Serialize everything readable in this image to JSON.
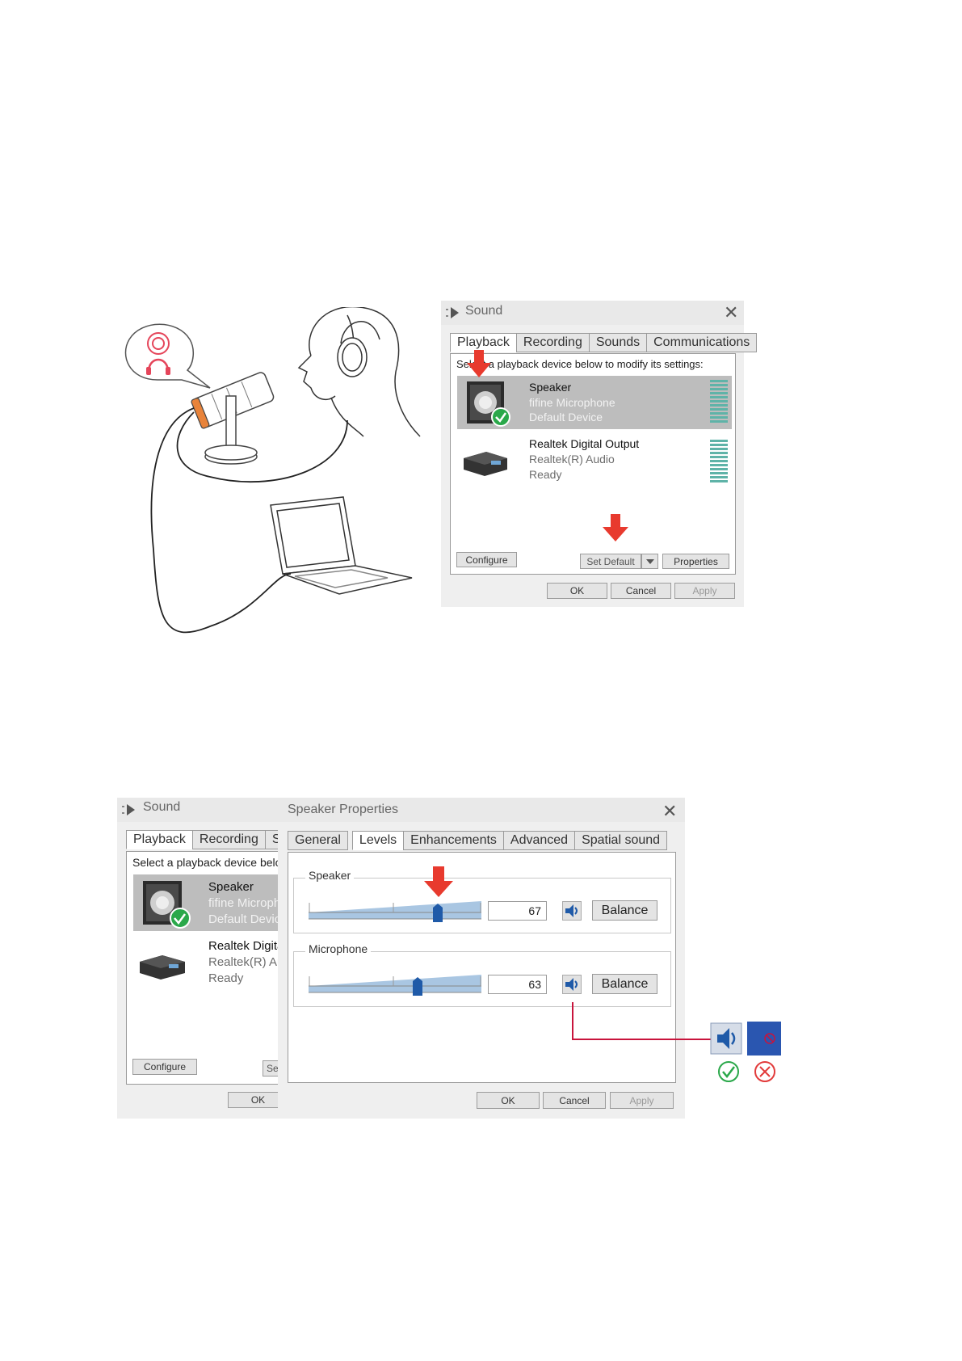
{
  "sound_dialog_top": {
    "title": "Sound",
    "tabs": [
      "Playback",
      "Recording",
      "Sounds",
      "Communications"
    ],
    "instruction": "Select a playback device below to modify its settings:",
    "devices": [
      {
        "name": "Speaker",
        "line1": "fifine Microphone",
        "line2": "Default Device"
      },
      {
        "name": "Realtek Digital Output",
        "line1": "Realtek(R) Audio",
        "line2": "Ready"
      }
    ],
    "configure": "Configure",
    "set_default": "Set Default",
    "properties": "Properties",
    "ok": "OK",
    "cancel": "Cancel",
    "apply": "Apply"
  },
  "sound_dialog_bottom": {
    "title": "Sound",
    "tabs": [
      "Playback",
      "Recording",
      "Sounds"
    ],
    "instruction": "Select a playback device below to modify its settings:",
    "devices": [
      {
        "name": "Speaker",
        "line1": "fifine Microphone",
        "line2": "Default Device"
      },
      {
        "name": "Realtek Digital Output",
        "line1": "Realtek(R) Audio",
        "line2": "Ready"
      }
    ],
    "configure": "Configure",
    "set_default": "Set Default",
    "ok": "OK"
  },
  "speaker_properties": {
    "title": "Speaker Properties",
    "tabs": [
      "General",
      "Levels",
      "Enhancements",
      "Advanced",
      "Spatial sound"
    ],
    "active_tab": "Levels",
    "speaker": {
      "label": "Speaker",
      "value": "67",
      "balance": "Balance"
    },
    "microphone": {
      "label": "Microphone",
      "value": "63",
      "balance": "Balance"
    },
    "ok": "OK",
    "cancel": "Cancel",
    "apply": "Apply"
  },
  "colors": {
    "arrow": "#e83a2e",
    "callout_line": "#c8143c",
    "check": "#2aa84a",
    "cross": "#e23b3b",
    "slider_thumb": "#1f5aa8",
    "mute_blue": "#2a56b0"
  }
}
